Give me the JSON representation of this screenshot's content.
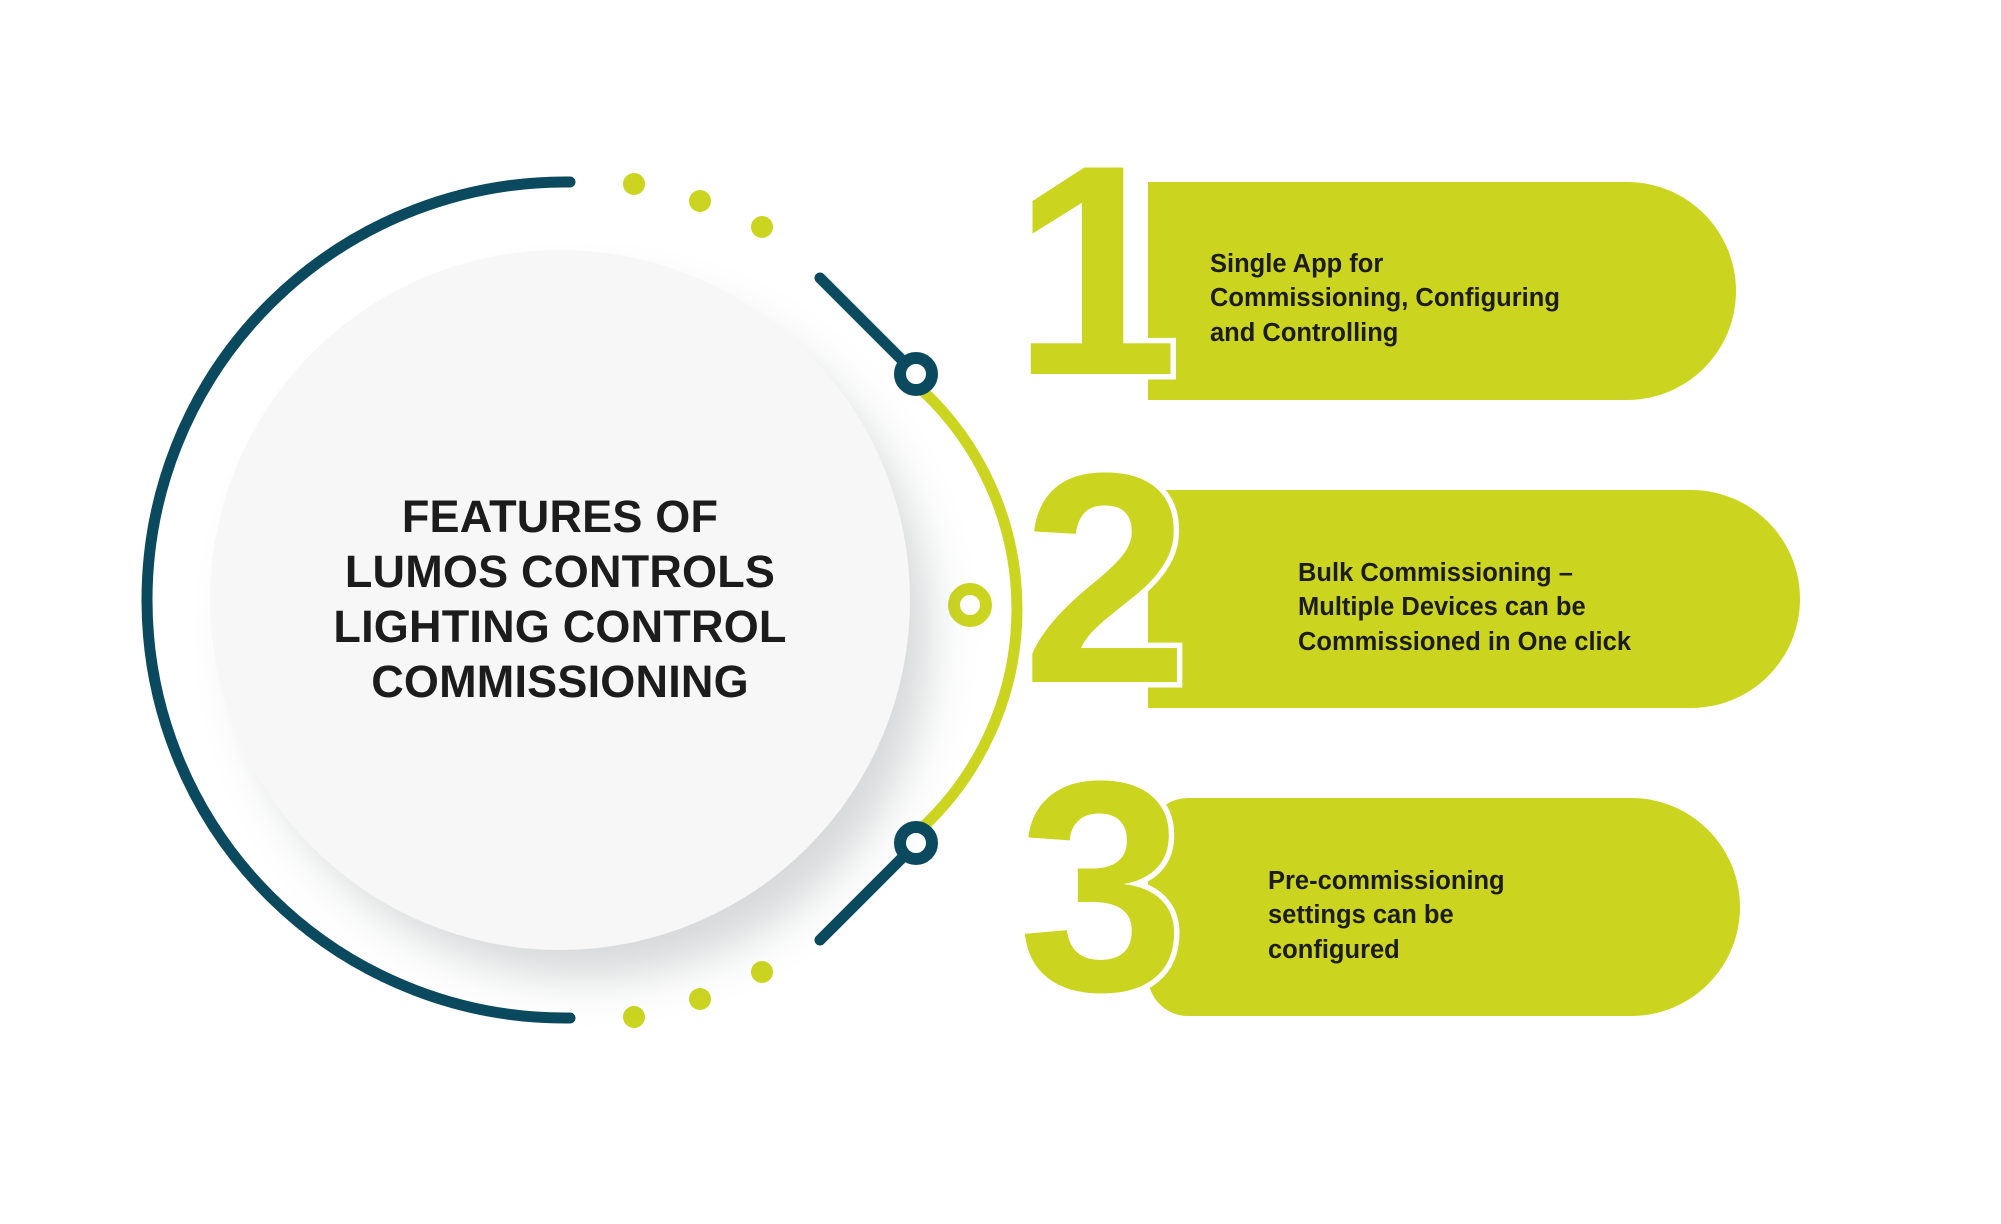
{
  "palette": {
    "lime": "#CBD520",
    "teal": "#0B4A5E",
    "text_dark": "#1C1C1C",
    "circle_fill": "#F7F7F7",
    "background": "#FFFFFF"
  },
  "headline": {
    "text": "FEATURES OF\nLUMOS CONTROLS\nLIGHTING CONTROL\nCOMMISSIONING"
  },
  "items": [
    {
      "number": "1",
      "text": "Single App for\nCommissioning, Configuring\nand Controlling"
    },
    {
      "number": "2",
      "text": "Bulk Commissioning –\nMultiple Devices can be\nCommissioned in One click"
    },
    {
      "number": "3",
      "text": "Pre-commissioning\nsettings can be\nconfigured"
    }
  ],
  "decorations": {
    "arc_outer_label": "outer-teal-arc",
    "arc_accent_label": "lime-accent-arc",
    "marker_top_label": "teal-ring-marker-top",
    "marker_middle_label": "lime-ring-marker-middle",
    "marker_bottom_label": "teal-ring-marker-bottom",
    "dots_top_label": "lime-dot-trio-top",
    "dots_bottom_label": "lime-dot-trio-bottom"
  }
}
